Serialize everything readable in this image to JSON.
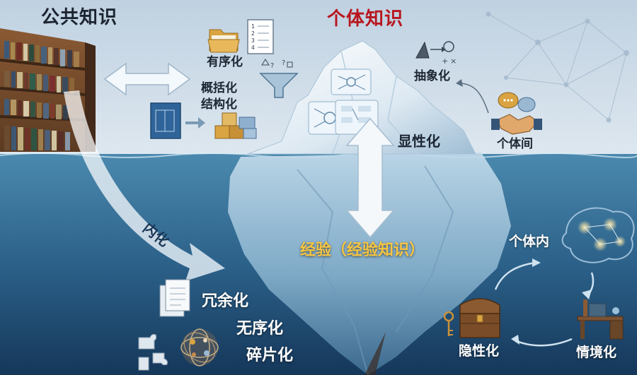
{
  "labels": {
    "public_knowledge": "公共知识",
    "personal_knowledge": "个体知识",
    "ordering": "有序化",
    "generalize": "概括化",
    "structure": "结构化",
    "abstract": "抽象化",
    "interpersonal": "个体间",
    "explicitize": "显性化",
    "internalize": "内化",
    "experience": "经验（经验知识）",
    "intrapersonal": "个体内",
    "redundant": "冗余化",
    "disordered": "无序化",
    "fragmented": "碎片化",
    "tacitize": "隐性化",
    "contextualize": "情境化"
  },
  "glyphs": {
    "list_numbers": [
      "1",
      "2",
      "3",
      "4"
    ],
    "math_symbols": [
      "+",
      "×"
    ],
    "question_marks": [
      "?",
      "?"
    ]
  },
  "colors": {
    "title_red": "#b8161e",
    "title_dark": "#1c2430",
    "experience_gold": "#f6c542",
    "sky_top": "#c6d6e4",
    "water_top": "#3f7ea5",
    "water_bottom": "#163a5e"
  }
}
